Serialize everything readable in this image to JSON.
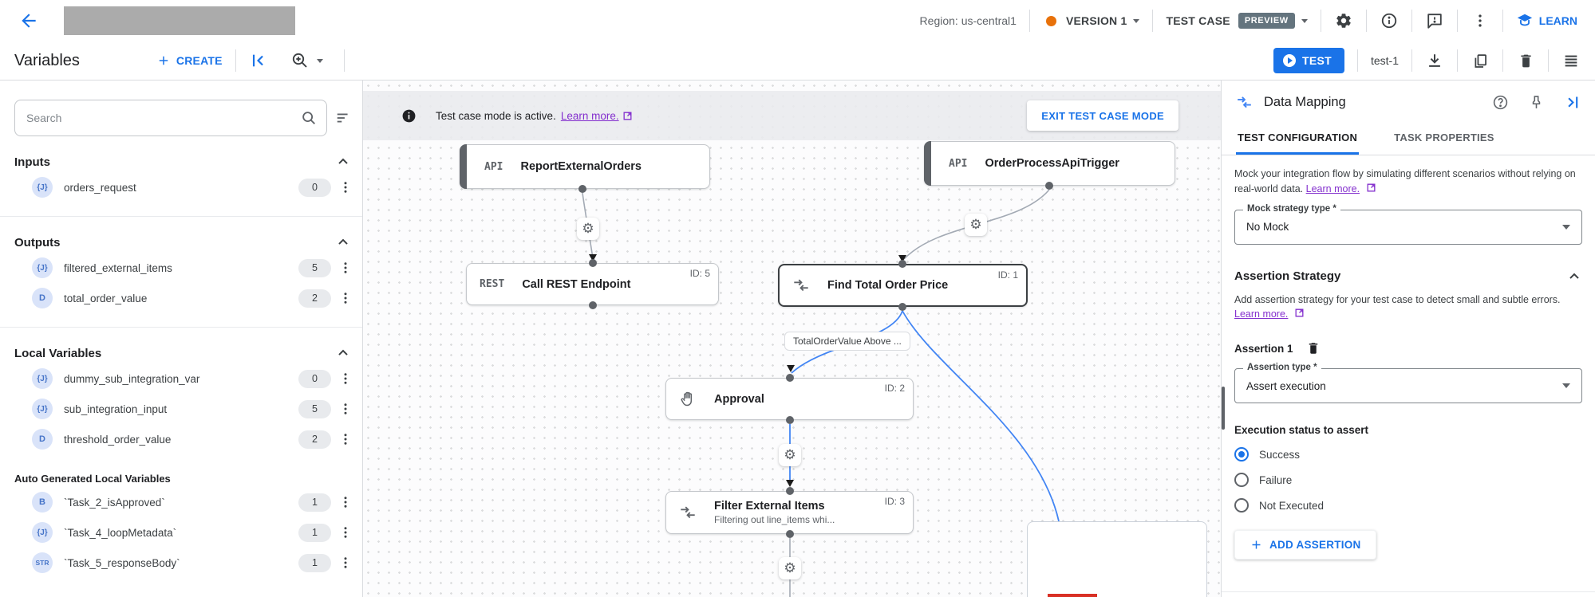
{
  "topbar": {
    "region": "Region: us-central1",
    "version": "VERSION 1",
    "test_case": "TEST CASE",
    "preview": "PREVIEW",
    "learn": "LEARN"
  },
  "toolbar": {
    "title": "Variables",
    "create": "CREATE",
    "test": "TEST",
    "test_name": "test-1"
  },
  "sidebar": {
    "search_placeholder": "Search",
    "sections": [
      {
        "title": "Inputs",
        "items": [
          {
            "type": "{J}",
            "name": "orders_request",
            "count": "0"
          }
        ]
      },
      {
        "title": "Outputs",
        "items": [
          {
            "type": "{J}",
            "name": "filtered_external_items",
            "count": "5"
          },
          {
            "type": "D",
            "name": "total_order_value",
            "count": "2"
          }
        ]
      },
      {
        "title": "Local Variables",
        "items": [
          {
            "type": "{J}",
            "name": "dummy_sub_integration_var",
            "count": "0"
          },
          {
            "type": "{J}",
            "name": "sub_integration_input",
            "count": "5"
          },
          {
            "type": "D",
            "name": "threshold_order_value",
            "count": "2"
          }
        ]
      },
      {
        "title": "Auto Generated Local Variables",
        "items": [
          {
            "type": "B",
            "name": "`Task_2_isApproved`",
            "count": "1"
          },
          {
            "type": "{J}",
            "name": "`Task_4_loopMetadata`",
            "count": "1"
          },
          {
            "type": "STR",
            "name": "`Task_5_responseBody`",
            "count": "1"
          }
        ]
      }
    ]
  },
  "canvas": {
    "banner": {
      "message": "Test case mode is active.",
      "link": "Learn more.",
      "exit": "EXIT TEST CASE MODE"
    },
    "nodes": {
      "report": {
        "badge": "API",
        "title": "ReportExternalOrders"
      },
      "trigger": {
        "badge": "API",
        "title": "OrderProcessApiTrigger"
      },
      "rest": {
        "badge": "REST",
        "title": "Call REST Endpoint",
        "id": "ID: 5"
      },
      "find": {
        "title": "Find Total Order Price",
        "id": "ID: 1"
      },
      "approval": {
        "title": "Approval",
        "id": "ID: 2"
      },
      "filter": {
        "title": "Filter External Items",
        "subtitle": "Filtering out line_items whi...",
        "id": "ID: 3"
      }
    },
    "edge_label": "TotalOrderValue Above ..."
  },
  "panel": {
    "title": "Data Mapping",
    "tabs": {
      "active": "TEST CONFIGURATION",
      "inactive": "TASK PROPERTIES"
    },
    "mock": {
      "text": "Mock your integration flow by simulating different scenarios without relying on real-world data.",
      "link": "Learn more.",
      "field_label": "Mock strategy type *",
      "field_value": "No Mock"
    },
    "assertion": {
      "section_title": "Assertion Strategy",
      "text": "Add assertion strategy for your test case to detect small and subtle errors.",
      "link": "Learn more.",
      "item_title": "Assertion 1",
      "type_label": "Assertion type *",
      "type_value": "Assert execution",
      "radio_group_label": "Execution status to assert",
      "radios": [
        {
          "label": "Success",
          "selected": true
        },
        {
          "label": "Failure",
          "selected": false
        },
        {
          "label": "Not Executed",
          "selected": false
        }
      ],
      "add_button": "ADD ASSERTION"
    }
  },
  "colors": {
    "accent_blue": "#1a73e8",
    "edge_blue": "#4285f4",
    "link_purple": "#8430ce",
    "version_dot_orange": "#e8710a",
    "preview_badge_bg": "#64747e",
    "error_red": "#d93025"
  }
}
